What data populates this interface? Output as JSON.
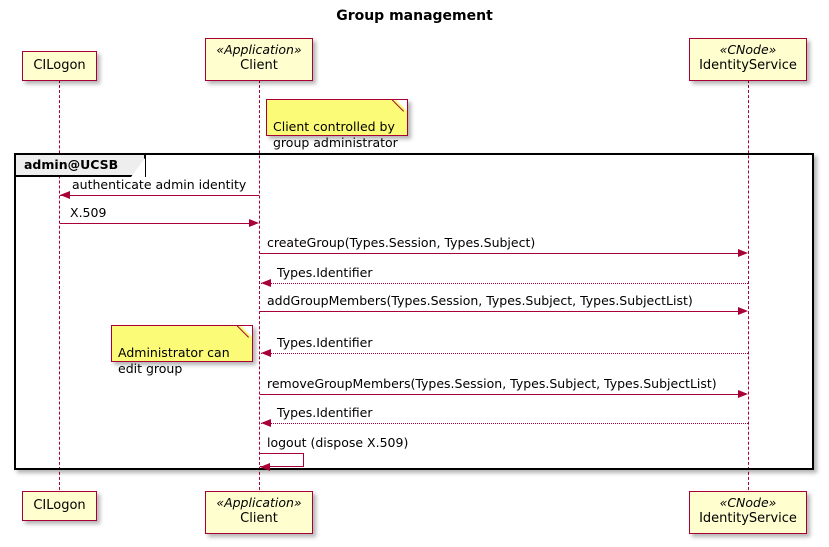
{
  "diagram": {
    "type": "uml-sequence-diagram",
    "title": "Group management",
    "colors": {
      "participant_fill": "#FEFECE",
      "participant_border": "#A80036",
      "message_line": "#A80036",
      "note_fill": "#FBFB77",
      "frame_border": "#000000",
      "frame_label_fill": "#EEEEEE",
      "background": "#FFFFFF"
    }
  },
  "participants": [
    {
      "id": "cilogon",
      "stereotype": "",
      "name": "CILogon",
      "has_stereotype": false
    },
    {
      "id": "client",
      "stereotype": "«Application»",
      "name": "Client",
      "has_stereotype": true
    },
    {
      "id": "identityservice",
      "stereotype": "«CNode»",
      "name": "IdentityService",
      "has_stereotype": true
    }
  ],
  "frame": {
    "label": "admin@UCSB"
  },
  "notes": [
    {
      "id": "note-client-controlled",
      "text": "Client controlled by\ngroup administrator"
    },
    {
      "id": "note-admin-edit",
      "text": "Administrator can\nedit group"
    }
  ],
  "messages": [
    {
      "id": "msg-authenticate",
      "label": "authenticate admin identity",
      "from": "client",
      "to": "cilogon",
      "direction": "left",
      "style": "solid"
    },
    {
      "id": "msg-x509",
      "label": "X.509",
      "from": "cilogon",
      "to": "client",
      "direction": "right",
      "style": "solid"
    },
    {
      "id": "msg-creategroup",
      "label": "createGroup(Types.Session, Types.Subject)",
      "from": "client",
      "to": "identityservice",
      "direction": "right",
      "style": "solid"
    },
    {
      "id": "msg-identifier-1",
      "label": "Types.Identifier",
      "from": "identityservice",
      "to": "client",
      "direction": "left",
      "style": "dotted"
    },
    {
      "id": "msg-addgroupmembers",
      "label": "addGroupMembers(Types.Session, Types.Subject, Types.SubjectList)",
      "from": "client",
      "to": "identityservice",
      "direction": "right",
      "style": "solid"
    },
    {
      "id": "msg-identifier-2",
      "label": "Types.Identifier",
      "from": "identityservice",
      "to": "client",
      "direction": "left",
      "style": "dotted"
    },
    {
      "id": "msg-removegroupmembers",
      "label": "removeGroupMembers(Types.Session, Types.Subject, Types.SubjectList)",
      "from": "client",
      "to": "identityservice",
      "direction": "right",
      "style": "solid"
    },
    {
      "id": "msg-identifier-3",
      "label": "Types.Identifier",
      "from": "identityservice",
      "to": "client",
      "direction": "left",
      "style": "dotted"
    },
    {
      "id": "msg-logout",
      "label": "logout (dispose X.509)",
      "from": "client",
      "to": "client",
      "direction": "self",
      "style": "solid"
    }
  ]
}
